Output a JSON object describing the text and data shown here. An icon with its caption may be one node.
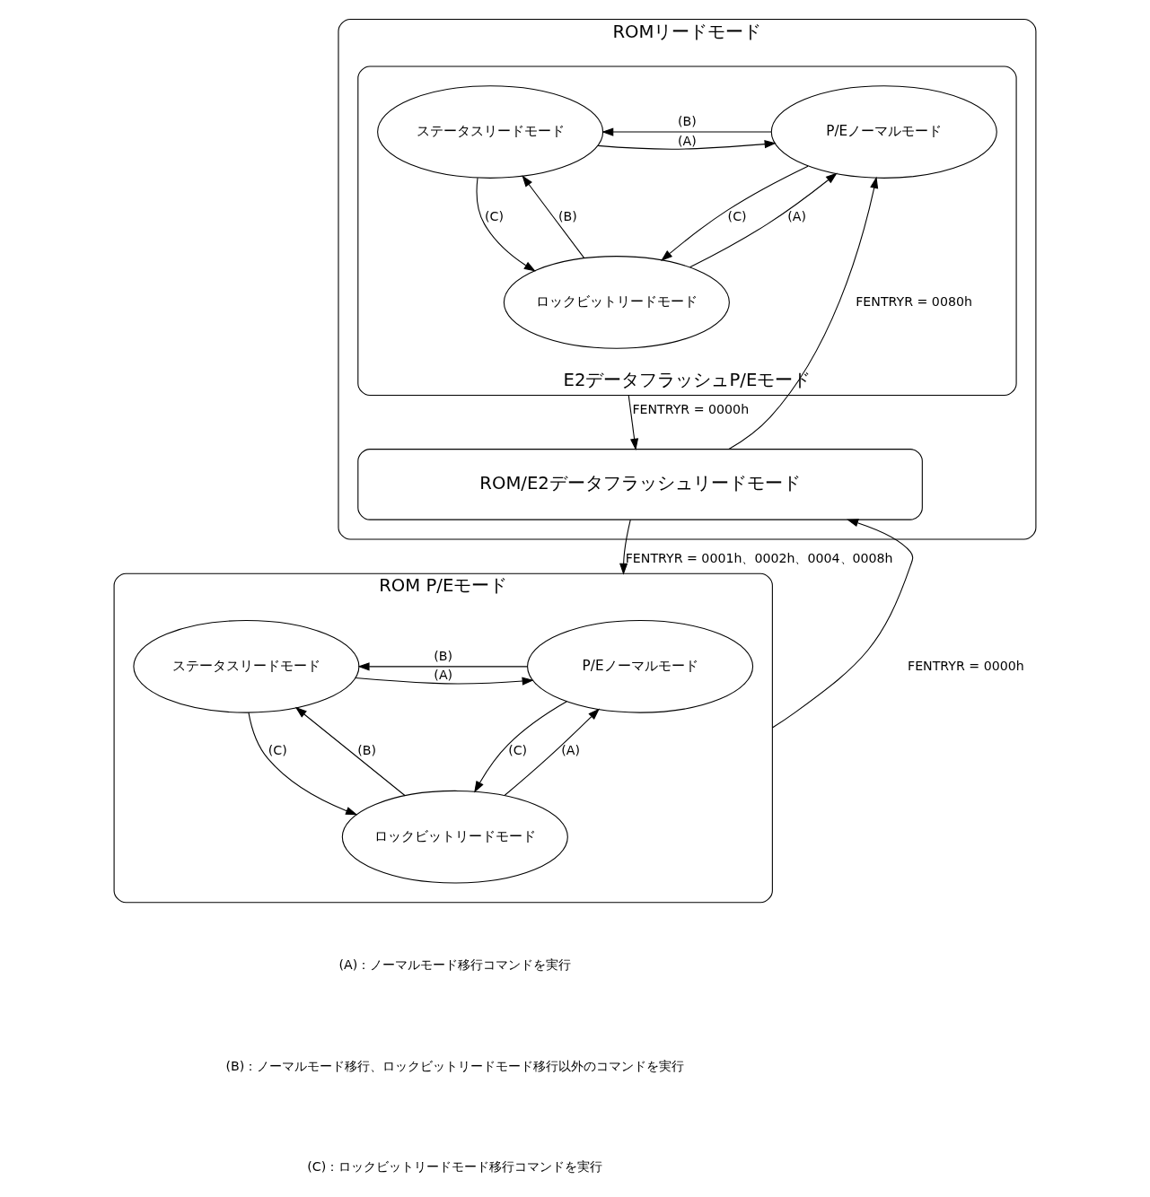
{
  "diagram": {
    "nodes": [
      {
        "text": [
          "ROMリードモード"
        ]
      },
      {
        "text": [
          "E2データフラッシュP/Eモード"
        ],
        "in": 0
      },
      {
        "text": [
          "P/Eノーマルモード"
        ],
        "in": 1
      },
      {
        "text": [
          "ステータスリードモード"
        ],
        "in": 1
      },
      {
        "text": [
          "ロックビットリードモード"
        ],
        "in": 1
      },
      {
        "text": [
          "ROM/E2データフラッシュリードモード"
        ],
        "in": 0
      },
      {
        "text": [
          "ROM P/Eモード"
        ]
      },
      {
        "text": [
          "P/Eノーマルモード"
        ],
        "in": 6
      },
      {
        "text": [
          "ステータスリードモード"
        ],
        "in": 6
      },
      {
        "text": [
          "ロックビットリードモード"
        ],
        "in": 6
      }
    ],
    "edges": [
      {
        "from": 2,
        "to": 3,
        "arrow": "to",
        "label": "(B)"
      },
      {
        "from": 3,
        "to": 2,
        "arrow": "to",
        "label": "(A)"
      },
      {
        "from": 4,
        "to": 2,
        "arrow": "to",
        "label": "(A)"
      },
      {
        "from": 2,
        "to": 4,
        "arrow": "to",
        "label": "(C)"
      },
      {
        "from": 3,
        "to": 4,
        "arrow": "to",
        "label": "(C)"
      },
      {
        "from": 4,
        "to": 3,
        "arrow": "to",
        "label": "(B)"
      },
      {
        "from": 5,
        "to": 2,
        "arrow": "to",
        "label": "FENTRYR = 0080h"
      },
      {
        "from": 1,
        "to": 5,
        "arrow": "to",
        "label": "FENTRYR = 0000h"
      },
      {
        "from": 5,
        "to": 6,
        "arrow": "to",
        "label": "FENTRYR = 0001h、0002h、0004、0008h"
      },
      {
        "from": 6,
        "to": 5,
        "arrow": "to",
        "label": "FENTRYR = 0000h"
      },
      {
        "from": 7,
        "to": 8,
        "arrow": "to",
        "label": "(B)"
      },
      {
        "from": 8,
        "to": 7,
        "arrow": "to",
        "label": "(A)"
      },
      {
        "from": 9,
        "to": 7,
        "arrow": "to",
        "label": "(A)"
      },
      {
        "from": 7,
        "to": 9,
        "arrow": "to",
        "label": "(C)"
      },
      {
        "from": 8,
        "to": 9,
        "arrow": "to",
        "label": "(C)"
      },
      {
        "from": 9,
        "to": 8,
        "arrow": "to",
        "label": "(B)"
      }
    ],
    "labels": [
      "(A)：ノーマルモード移行コマンドを実行",
      "(B)：ノーマルモード移行、ロックビットリードモード移行以外のコマンドを実行",
      "(C)：ロックビットリードモード移行コマンドを実行"
    ]
  }
}
